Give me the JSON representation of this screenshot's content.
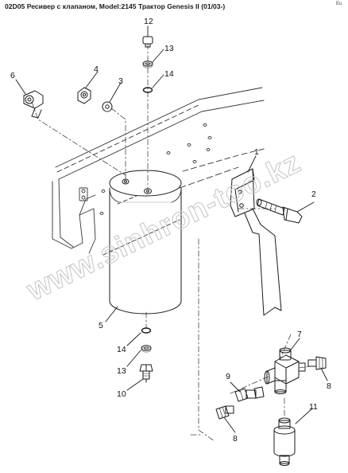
{
  "title": "02D05 Ресивер с клапаном, Model:2145 Трактор Genesis II (01/03-)",
  "corner_mark": "Eu",
  "watermark": "www.sinhron-too.kz",
  "callouts": {
    "c1": "1",
    "c2": "2",
    "c3": "3",
    "c4": "4",
    "c5": "5",
    "c6": "6",
    "c7": "7",
    "c8a": "8",
    "c8b": "8",
    "c9": "9",
    "c10": "10",
    "c11": "11",
    "c12": "12",
    "c13a": "13",
    "c13b": "13",
    "c14a": "14",
    "c14b": "14"
  }
}
